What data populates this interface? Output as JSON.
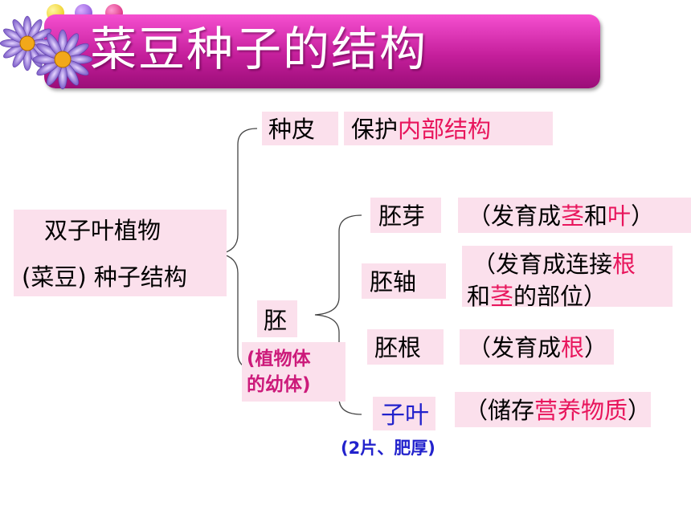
{
  "title": "菜豆种子的结构",
  "colors": {
    "title_bar": "#d62cae",
    "box_fill": "#fbe0ec",
    "highlight": "#e8155c",
    "blue": "#2222cc"
  },
  "root": {
    "line1": "双子叶植物",
    "line2": "(菜豆)  种子结构"
  },
  "seed_coat": {
    "label": "种皮",
    "desc_plain": "保护",
    "desc_highlight": "内部结构"
  },
  "embryo": {
    "label": "胚",
    "note_line1": "(植物体",
    "note_line2": "的幼体)"
  },
  "plumule": {
    "label": "胚芽",
    "desc_open": "（发育成",
    "desc_h1": "茎",
    "desc_mid": "和",
    "desc_h2": "叶",
    "desc_close": "）"
  },
  "hypocotyl": {
    "label": "胚轴",
    "line1_plain": "（发育成连接",
    "line1_h": "根",
    "line2_plain1": "和",
    "line2_h": "茎",
    "line2_plain2": "的部位）"
  },
  "radicle": {
    "label": "胚根",
    "desc_open": "（发育成",
    "desc_h": "根",
    "desc_close": "）"
  },
  "cotyledon": {
    "label": "子叶",
    "note": "(2片、肥厚)",
    "desc_open": "（储存",
    "desc_h": "营养物质",
    "desc_close": "）"
  }
}
